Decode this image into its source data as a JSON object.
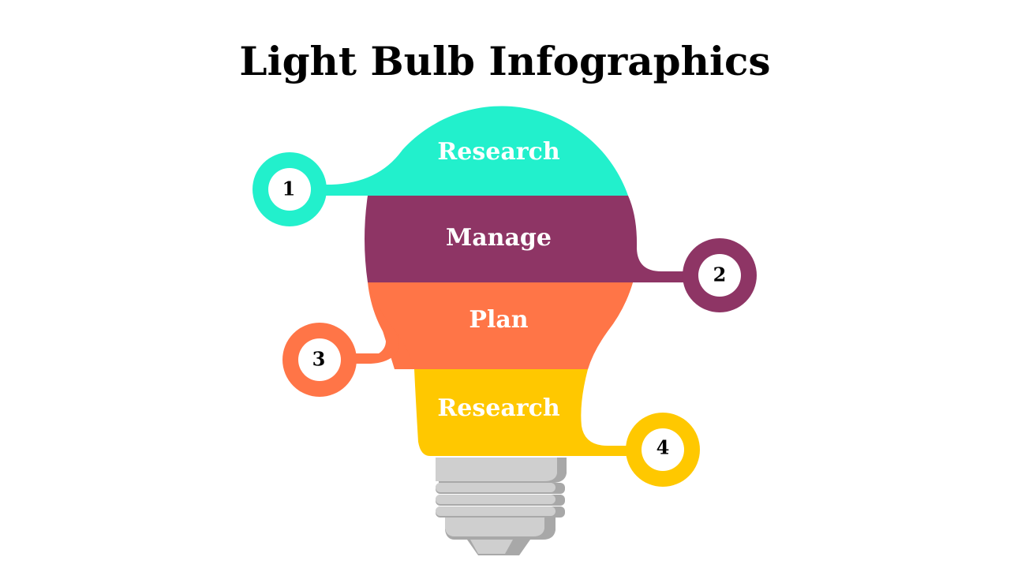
{
  "title": "Light Bulb Infographics",
  "segments": [
    {
      "label": "Research",
      "number": "1",
      "color": "#22F0CC"
    },
    {
      "label": "Manage",
      "number": "2",
      "color": "#8E3565"
    },
    {
      "label": "Plan",
      "number": "3",
      "color": "#FF7547"
    },
    {
      "label": "Research",
      "number": "4",
      "color": "#FFC800"
    }
  ],
  "base_colors": {
    "light": "#CFCFCF",
    "dark": "#A8A8A8"
  }
}
